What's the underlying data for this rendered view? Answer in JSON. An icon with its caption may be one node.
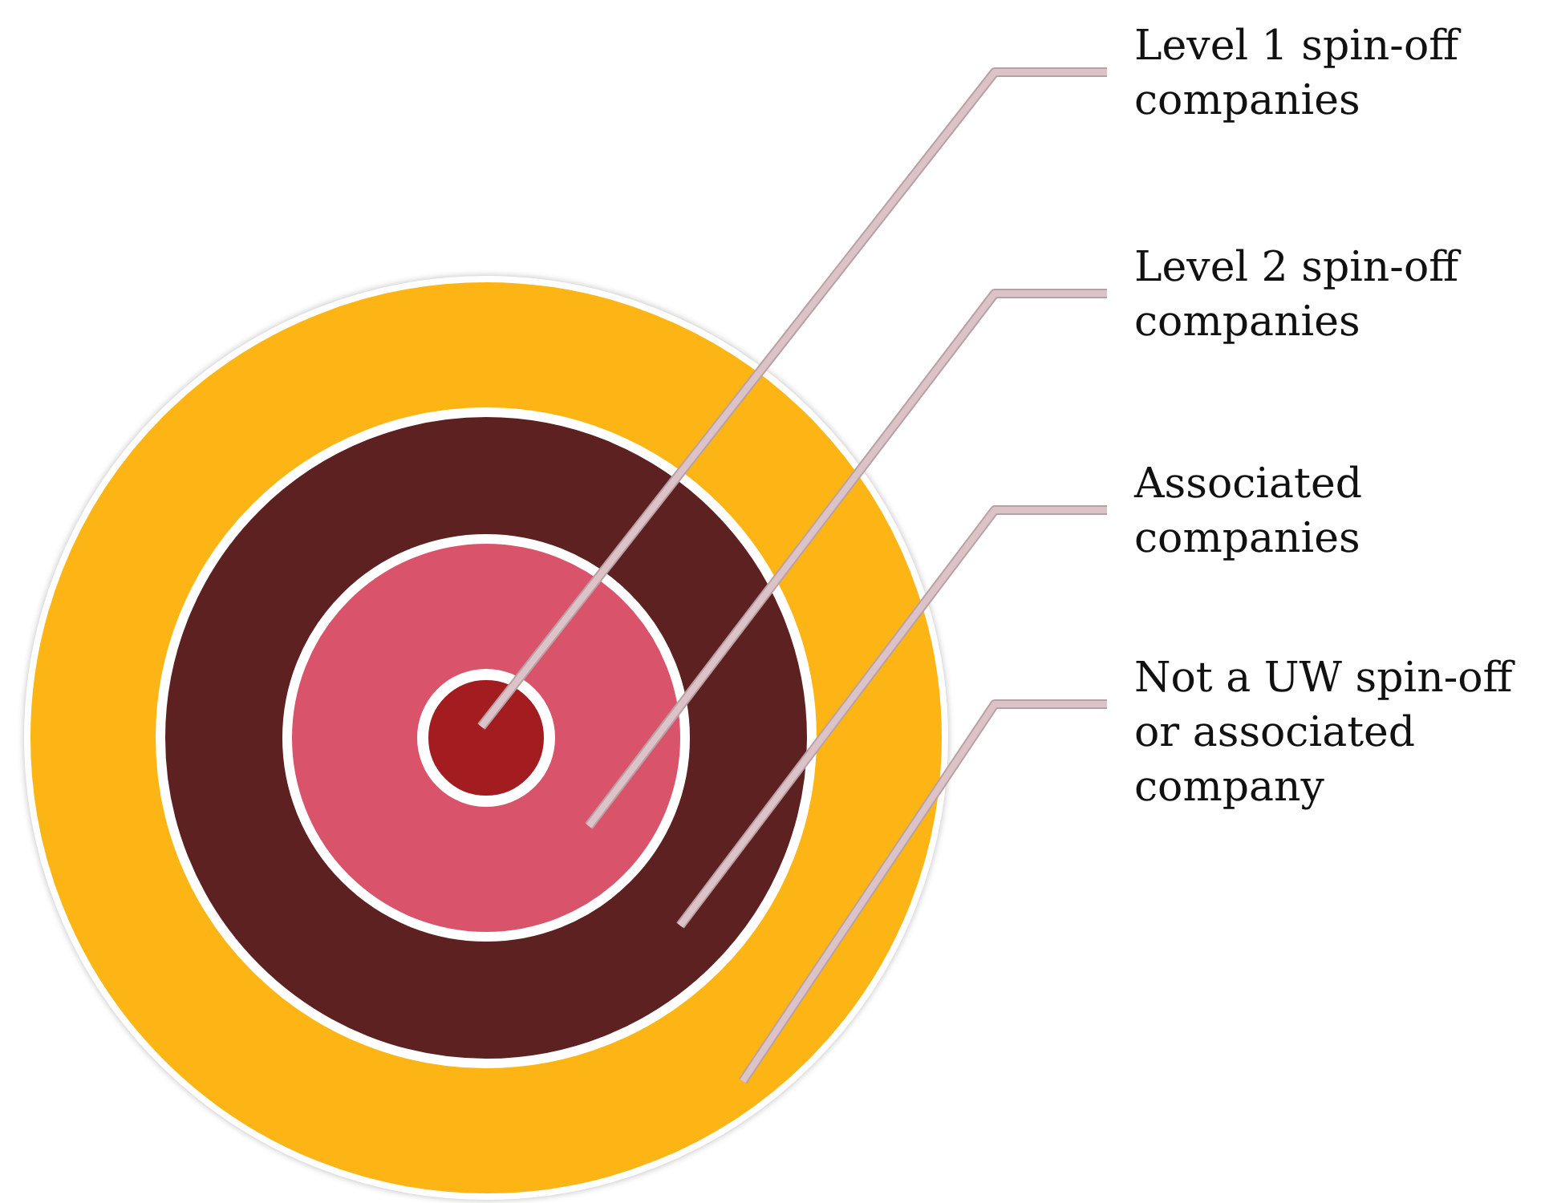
{
  "diagram": {
    "nodes": [
      {
        "text": [],
        "shape": "circle"
      },
      {
        "text": [],
        "shape": "circle",
        "in": 0
      },
      {
        "text": [],
        "shape": "circle",
        "in": 1
      },
      {
        "text": [],
        "shape": "circle",
        "in": 2
      },
      {
        "text": [
          "Level 1 spin-off companies"
        ]
      },
      {
        "text": [
          "Level 2 spin-off companies"
        ]
      },
      {
        "text": [
          "Associated companies"
        ]
      },
      {
        "text": [
          "Not a UW spin-off or associated company"
        ]
      }
    ],
    "edges": [
      {
        "from": 4,
        "to": 3,
        "arrow": "none"
      },
      {
        "from": 5,
        "to": 2,
        "arrow": "none"
      },
      {
        "from": 6,
        "to": 1,
        "arrow": "none"
      },
      {
        "from": 7,
        "to": 0,
        "arrow": "none"
      }
    ]
  }
}
